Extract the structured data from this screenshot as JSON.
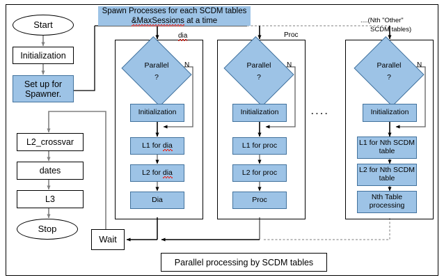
{
  "diagram": {
    "title": "Parallel processing by SCDM tables",
    "banner": {
      "line1": "Spawn Processes for each SCDM tables",
      "line2_a": "&MaxSessions",
      "line2_b": " at a time"
    },
    "colors": {
      "fill_blue": "#9dc3e6",
      "stroke_blue": "#41719c",
      "fill_white": "#ffffff",
      "stroke_black": "#000000",
      "connector_gray": "#7f7f7f",
      "spellcheck_red": "#e8241a"
    },
    "main_flow": {
      "start": "Start",
      "initialization": "Initialization",
      "setup_line1": "Set up for",
      "setup_line2": "Spawner.",
      "l2_crossvar": "L2_crossvar",
      "dates": "dates",
      "l3": "L3",
      "stop": "Stop",
      "wait": "Wait"
    },
    "column_labels": {
      "dia": "dia",
      "proc": "Proc",
      "nth_line1": "....(Nth \"Other\"",
      "nth_line2": "SCDM tables)"
    },
    "ellipsis_between_columns": "....",
    "columns": [
      {
        "key": "dia",
        "decision": "Parallel",
        "decision_q": "?",
        "branch_label": "N",
        "init": "Initialization",
        "l1_a": "L1 for ",
        "l1_b": "dia",
        "l2_a": "L2 for ",
        "l2_b": "dia",
        "result": "Dia"
      },
      {
        "key": "proc",
        "decision": "Parallel",
        "decision_q": "?",
        "branch_label": "N",
        "init": "Initialization",
        "l1_a": "L1 for proc",
        "l1_b": "",
        "l2_a": "L2 for proc",
        "l2_b": "",
        "result": "Proc"
      },
      {
        "key": "nth",
        "decision": "Parallel",
        "decision_q": "?",
        "branch_label": "N",
        "init": "Initialization",
        "l1_a": "L1 for Nth SCDM",
        "l1_b": "table",
        "l2_a": "L2 for Nth SCDM",
        "l2_b": "table",
        "result_line1": "Nth Table",
        "result_line2": "processing"
      }
    ]
  }
}
